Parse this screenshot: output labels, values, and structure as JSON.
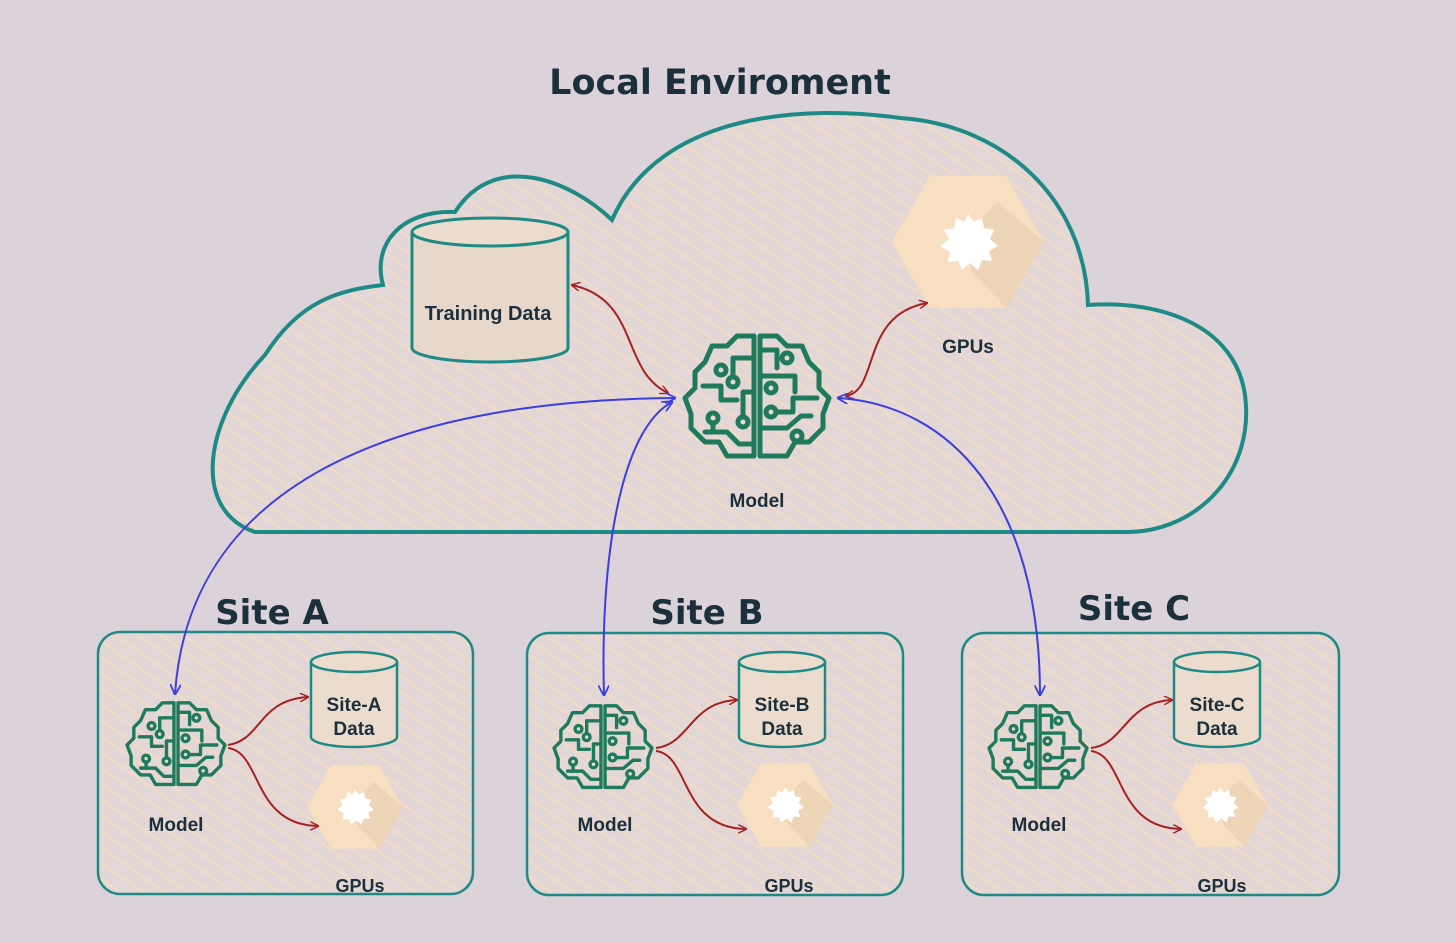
{
  "title": "Local Enviroment",
  "cloud": {
    "training_data_label": "Training Data",
    "gpus_label": "GPUs",
    "model_label": "Model"
  },
  "sites": [
    {
      "title": "Site A",
      "data_line1": "Site-A",
      "data_line2": "Data",
      "model_label": "Model",
      "gpus_label": "GPUs"
    },
    {
      "title": "Site B",
      "data_line1": "Site-B",
      "data_line2": "Data",
      "model_label": "Model",
      "gpus_label": "GPUs"
    },
    {
      "title": "Site C",
      "data_line1": "Site-C",
      "data_line2": "Data",
      "model_label": "Model",
      "gpus_label": "GPUs"
    }
  ],
  "colors": {
    "background": "#dcd3da",
    "outline_teal": "#1e8a85",
    "icon_green": "#1f7a5c",
    "hatch_peach": "#f4dcc0",
    "gpu_fill": "#f8dfc2",
    "local_arrow": "#a52222",
    "sync_arrow": "#3b3ee0"
  }
}
